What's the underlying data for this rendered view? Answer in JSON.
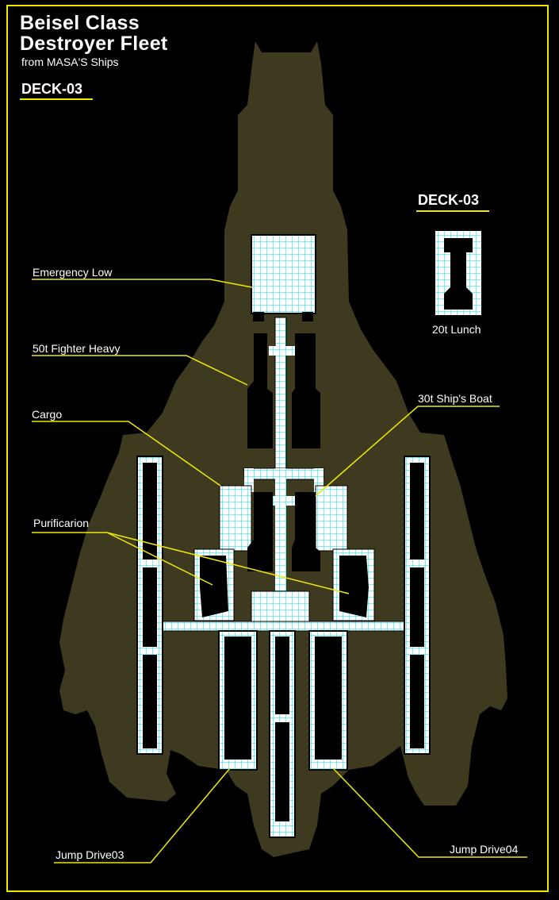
{
  "header": {
    "title_line1": "Beisel Class",
    "title_line2": "Destroyer Fleet",
    "subtitle": "from MASA'S Ships",
    "deck_label": "DECK-03"
  },
  "inset": {
    "deck_label": "DECK-03",
    "caption": "20t Lunch"
  },
  "callouts": [
    {
      "id": "emergency-low",
      "label": "Emergency Low"
    },
    {
      "id": "fighter-heavy",
      "label": "50t Fighter Heavy"
    },
    {
      "id": "ships-boat",
      "label": "30t Ship's Boat"
    },
    {
      "id": "cargo",
      "label": "Cargo"
    },
    {
      "id": "purification",
      "label": "Purificarion"
    },
    {
      "id": "jump-drive-03",
      "label": "Jump Drive03"
    },
    {
      "id": "jump-drive-04",
      "label": "Jump Drive04"
    }
  ],
  "colors": {
    "background": "#000000",
    "frame": "#f0e800",
    "hull": "#3d3a1f",
    "grid_fill": "#ffffff",
    "grid_line": "#00d8e8",
    "leader": "#f0e800",
    "text": "#ffffff"
  }
}
